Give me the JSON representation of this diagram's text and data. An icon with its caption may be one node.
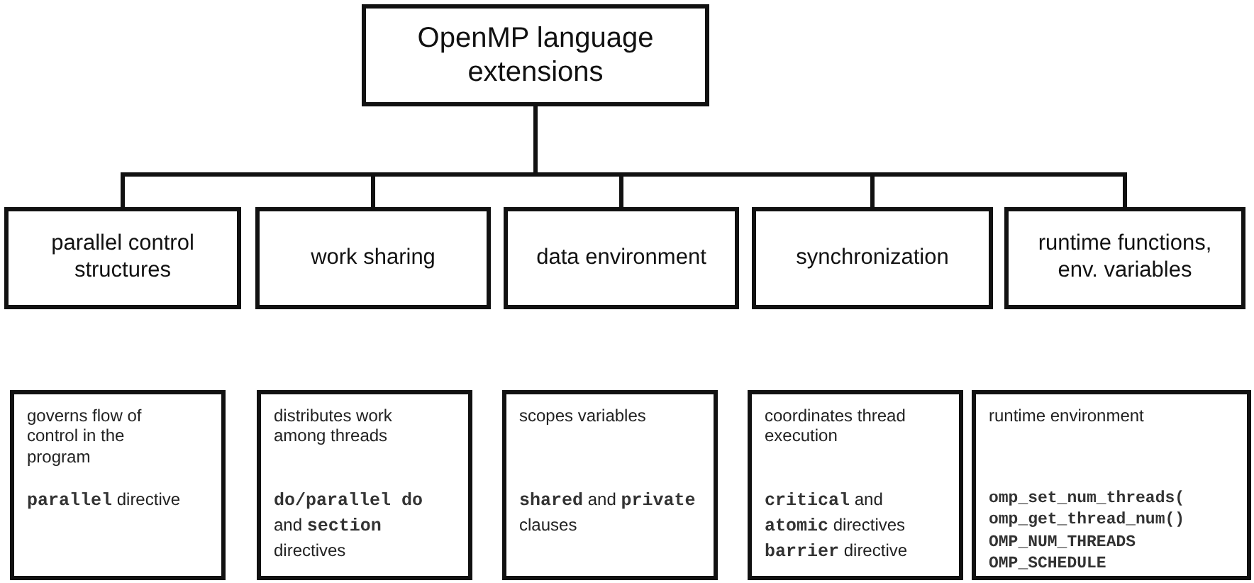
{
  "diagram": {
    "nodes": [
      {
        "text": [
          "OpenMP language extensions"
        ]
      },
      {
        "text": [
          "parallel control structures"
        ]
      },
      {
        "text": [
          "work sharing"
        ]
      },
      {
        "text": [
          "data environment"
        ]
      },
      {
        "text": [
          "synchronization"
        ]
      },
      {
        "text": [
          "runtime functions, env. variables"
        ]
      },
      {
        "text": [
          "governs flow of control in the program",
          "**parallel** directive"
        ]
      },
      {
        "text": [
          "distributes work among threads",
          "**do/parallel do** and **section** directives"
        ]
      },
      {
        "text": [
          "scopes variables",
          "**shared** and **private** clauses"
        ]
      },
      {
        "text": [
          "coordinates thread execution",
          "**critical** and **atomic** directives **barrier** directive"
        ]
      },
      {
        "text": [
          "runtime environment",
          "omp_set_num_threads( omp_get_thread_num() OMP_NUM_THREADS OMP_SCHEDULE"
        ]
      }
    ],
    "edges": [
      {
        "from": 0,
        "to": 1,
        "arrow": "none"
      },
      {
        "from": 0,
        "to": 2,
        "arrow": "none"
      },
      {
        "from": 0,
        "to": 3,
        "arrow": "none"
      },
      {
        "from": 0,
        "to": 4,
        "arrow": "none"
      },
      {
        "from": 0,
        "to": 5,
        "arrow": "none"
      }
    ]
  }
}
